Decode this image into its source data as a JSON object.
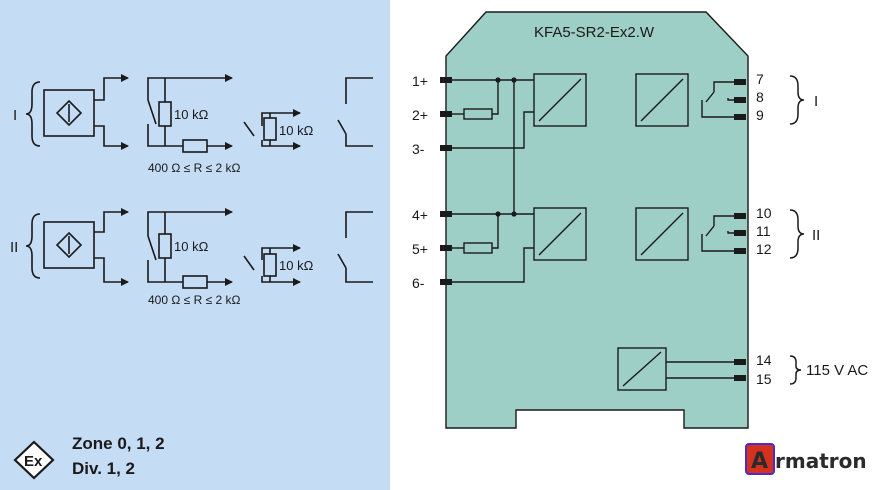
{
  "device": {
    "model": "KFA5-SR2-Ex2.W",
    "terminals": {
      "t1": "1+",
      "t2": "2+",
      "t3": "3-",
      "t4": "4+",
      "t5": "5+",
      "t6": "6-",
      "t7": "7",
      "t8": "8",
      "t9": "9",
      "t10": "10",
      "t11": "11",
      "t12": "12",
      "t14": "14",
      "t15": "15"
    },
    "output_groups": {
      "g1": "I",
      "g2": "II"
    },
    "power_label": "115 V AC"
  },
  "inputs": {
    "channel_1_label": "I",
    "channel_2_label": "II",
    "resistor_label": "10 kΩ",
    "series_resistor_range": "400 Ω ≤ R ≤ 2 kΩ"
  },
  "hazard": {
    "zone": "Zone 0, 1, 2",
    "division": "Div. 1, 2",
    "symbol": "Ex"
  },
  "brand": {
    "initial": "A",
    "rest": "rmatron"
  },
  "colors": {
    "input_panel_bg": "#c5dcf5",
    "housing_fill": "#9ecfc7",
    "line": "#1a1a1a",
    "brand_box": "#d6301f"
  }
}
